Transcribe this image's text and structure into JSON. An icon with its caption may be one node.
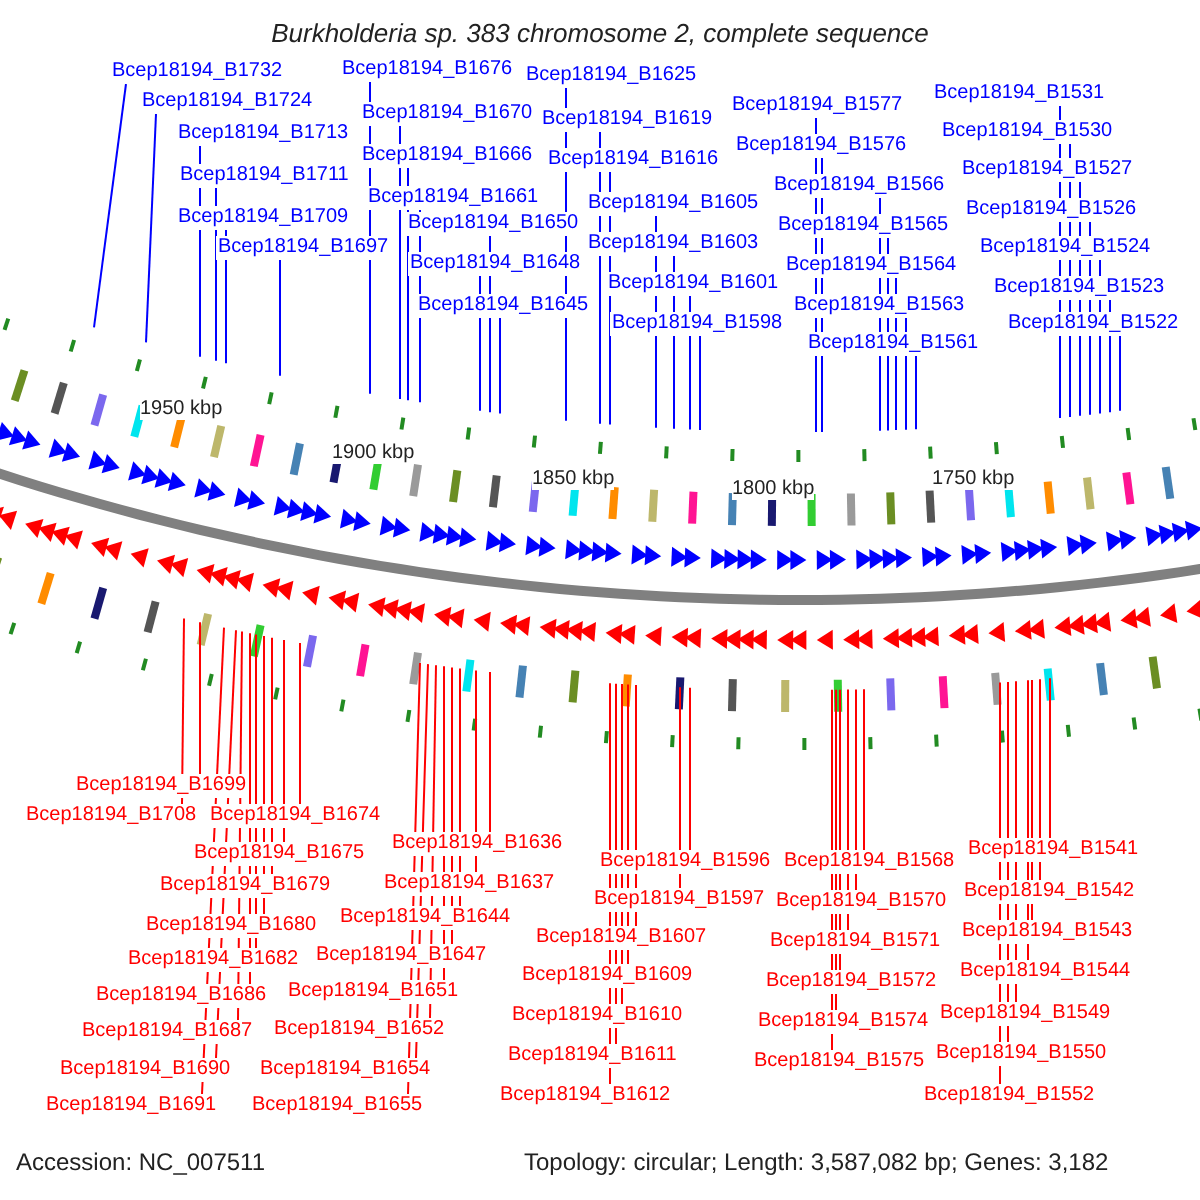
{
  "diagram": {
    "title": "Burkholderia sp. 383 chromosome 2, complete sequence",
    "nodes": [
      {
        "text": [
          "Bcep18194_B1732"
        ]
      },
      {
        "text": [
          "Bcep18194_B1724"
        ]
      },
      {
        "text": [
          "Bcep18194_B1713"
        ]
      },
      {
        "text": [
          "Bcep18194_B1711"
        ]
      },
      {
        "text": [
          "Bcep18194_B1709"
        ]
      },
      {
        "text": [
          "Bcep18194_B1697"
        ]
      },
      {
        "text": [
          "Bcep18194_B1676"
        ]
      },
      {
        "text": [
          "Bcep18194_B1670"
        ]
      },
      {
        "text": [
          "Bcep18194_B1666"
        ]
      },
      {
        "text": [
          "Bcep18194_B1661"
        ]
      },
      {
        "text": [
          "Bcep18194_B1650"
        ]
      },
      {
        "text": [
          "Bcep18194_B1648"
        ]
      },
      {
        "text": [
          "Bcep18194_B1645"
        ]
      },
      {
        "text": [
          "Bcep18194_B1625"
        ]
      },
      {
        "text": [
          "Bcep18194_B1619"
        ]
      },
      {
        "text": [
          "Bcep18194_B1616"
        ]
      },
      {
        "text": [
          "Bcep18194_B1605"
        ]
      },
      {
        "text": [
          "Bcep18194_B1603"
        ]
      },
      {
        "text": [
          "Bcep18194_B1601"
        ]
      },
      {
        "text": [
          "Bcep18194_B1598"
        ]
      },
      {
        "text": [
          "Bcep18194_B1577"
        ]
      },
      {
        "text": [
          "Bcep18194_B1576"
        ]
      },
      {
        "text": [
          "Bcep18194_B1566"
        ]
      },
      {
        "text": [
          "Bcep18194_B1565"
        ]
      },
      {
        "text": [
          "Bcep18194_B1564"
        ]
      },
      {
        "text": [
          "Bcep18194_B1563"
        ]
      },
      {
        "text": [
          "Bcep18194_B1561"
        ]
      },
      {
        "text": [
          "Bcep18194_B1531"
        ]
      },
      {
        "text": [
          "Bcep18194_B1530"
        ]
      },
      {
        "text": [
          "Bcep18194_B1527"
        ]
      },
      {
        "text": [
          "Bcep18194_B1526"
        ]
      },
      {
        "text": [
          "Bcep18194_B1524"
        ]
      },
      {
        "text": [
          "Bcep18194_B1523"
        ]
      },
      {
        "text": [
          "Bcep18194_B1522"
        ]
      },
      {
        "text": [
          "Bcep18194_B1699"
        ]
      },
      {
        "text": [
          "Bcep18194_B1708"
        ]
      },
      {
        "text": [
          "Bcep18194_B1674"
        ]
      },
      {
        "text": [
          "Bcep18194_B1675"
        ]
      },
      {
        "text": [
          "Bcep18194_B1679"
        ]
      },
      {
        "text": [
          "Bcep18194_B1680"
        ]
      },
      {
        "text": [
          "Bcep18194_B1682"
        ]
      },
      {
        "text": [
          "Bcep18194_B1686"
        ]
      },
      {
        "text": [
          "Bcep18194_B1687"
        ]
      },
      {
        "text": [
          "Bcep18194_B1690"
        ]
      },
      {
        "text": [
          "Bcep18194_B1691"
        ]
      },
      {
        "text": [
          "Bcep18194_B1636"
        ]
      },
      {
        "text": [
          "Bcep18194_B1637"
        ]
      },
      {
        "text": [
          "Bcep18194_B1644"
        ]
      },
      {
        "text": [
          "Bcep18194_B1647"
        ]
      },
      {
        "text": [
          "Bcep18194_B1651"
        ]
      },
      {
        "text": [
          "Bcep18194_B1652"
        ]
      },
      {
        "text": [
          "Bcep18194_B1654"
        ]
      },
      {
        "text": [
          "Bcep18194_B1655"
        ]
      },
      {
        "text": [
          "Bcep18194_B1596"
        ]
      },
      {
        "text": [
          "Bcep18194_B1597"
        ]
      },
      {
        "text": [
          "Bcep18194_B1607"
        ]
      },
      {
        "text": [
          "Bcep18194_B1609"
        ]
      },
      {
        "text": [
          "Bcep18194_B1610"
        ]
      },
      {
        "text": [
          "Bcep18194_B1611"
        ]
      },
      {
        "text": [
          "Bcep18194_B1612"
        ]
      },
      {
        "text": [
          "Bcep18194_B1568"
        ]
      },
      {
        "text": [
          "Bcep18194_B1570"
        ]
      },
      {
        "text": [
          "Bcep18194_B1571"
        ]
      },
      {
        "text": [
          "Bcep18194_B1572"
        ]
      },
      {
        "text": [
          "Bcep18194_B1574"
        ]
      },
      {
        "text": [
          "Bcep18194_B1575"
        ]
      },
      {
        "text": [
          "Bcep18194_B1541"
        ]
      },
      {
        "text": [
          "Bcep18194_B1542"
        ]
      },
      {
        "text": [
          "Bcep18194_B1543"
        ]
      },
      {
        "text": [
          "Bcep18194_B1544"
        ]
      },
      {
        "text": [
          "Bcep18194_B1549"
        ]
      },
      {
        "text": [
          "Bcep18194_B1550"
        ]
      },
      {
        "text": [
          "Bcep18194_B1552"
        ]
      }
    ],
    "edges": [
      {
        "from": 0,
        "to": null,
        "arrow": "none",
        "color": "#0000ff"
      },
      {
        "from": 1,
        "to": null,
        "arrow": "none",
        "color": "#0000ff"
      },
      {
        "from": 2,
        "to": null,
        "arrow": "none",
        "color": "#0000ff"
      },
      {
        "from": 3,
        "to": null,
        "arrow": "none",
        "color": "#0000ff"
      },
      {
        "from": 4,
        "to": null,
        "arrow": "none",
        "color": "#0000ff"
      },
      {
        "from": 5,
        "to": null,
        "arrow": "none",
        "color": "#0000ff"
      },
      {
        "from": 6,
        "to": null,
        "arrow": "none",
        "color": "#0000ff"
      },
      {
        "from": 7,
        "to": null,
        "arrow": "none",
        "color": "#0000ff"
      },
      {
        "from": 8,
        "to": null,
        "arrow": "none",
        "color": "#0000ff"
      },
      {
        "from": 9,
        "to": null,
        "arrow": "none",
        "color": "#0000ff"
      },
      {
        "from": 10,
        "to": null,
        "arrow": "none",
        "color": "#0000ff"
      },
      {
        "from": 11,
        "to": null,
        "arrow": "none",
        "color": "#0000ff"
      },
      {
        "from": 12,
        "to": null,
        "arrow": "none",
        "color": "#0000ff"
      },
      {
        "from": 13,
        "to": null,
        "arrow": "none",
        "color": "#0000ff"
      },
      {
        "from": 14,
        "to": null,
        "arrow": "none",
        "color": "#0000ff"
      },
      {
        "from": 15,
        "to": null,
        "arrow": "none",
        "color": "#0000ff"
      },
      {
        "from": 16,
        "to": null,
        "arrow": "none",
        "color": "#0000ff"
      },
      {
        "from": 17,
        "to": null,
        "arrow": "none",
        "color": "#0000ff"
      },
      {
        "from": 18,
        "to": null,
        "arrow": "none",
        "color": "#0000ff"
      },
      {
        "from": 19,
        "to": null,
        "arrow": "none",
        "color": "#0000ff"
      },
      {
        "from": 20,
        "to": null,
        "arrow": "none",
        "color": "#0000ff"
      },
      {
        "from": 21,
        "to": null,
        "arrow": "none",
        "color": "#0000ff"
      },
      {
        "from": 22,
        "to": null,
        "arrow": "none",
        "color": "#0000ff"
      },
      {
        "from": 23,
        "to": null,
        "arrow": "none",
        "color": "#0000ff"
      },
      {
        "from": 24,
        "to": null,
        "arrow": "none",
        "color": "#0000ff"
      },
      {
        "from": 25,
        "to": null,
        "arrow": "none",
        "color": "#0000ff"
      },
      {
        "from": 26,
        "to": null,
        "arrow": "none",
        "color": "#0000ff"
      },
      {
        "from": 27,
        "to": null,
        "arrow": "none",
        "color": "#0000ff"
      },
      {
        "from": 28,
        "to": null,
        "arrow": "none",
        "color": "#0000ff"
      },
      {
        "from": 29,
        "to": null,
        "arrow": "none",
        "color": "#0000ff"
      },
      {
        "from": 30,
        "to": null,
        "arrow": "none",
        "color": "#0000ff"
      },
      {
        "from": 31,
        "to": null,
        "arrow": "none",
        "color": "#0000ff"
      },
      {
        "from": 32,
        "to": null,
        "arrow": "none",
        "color": "#0000ff"
      },
      {
        "from": 33,
        "to": null,
        "arrow": "none",
        "color": "#0000ff"
      },
      {
        "from": 34,
        "to": null,
        "arrow": "none"
      },
      {
        "from": 35,
        "to": null,
        "arrow": "none"
      },
      {
        "from": 36,
        "to": null,
        "arrow": "none"
      },
      {
        "from": 37,
        "to": null,
        "arrow": "none"
      },
      {
        "from": 38,
        "to": null,
        "arrow": "none"
      },
      {
        "from": 39,
        "to": null,
        "arrow": "none"
      },
      {
        "from": 40,
        "to": null,
        "arrow": "none"
      },
      {
        "from": 41,
        "to": null,
        "arrow": "none"
      },
      {
        "from": 42,
        "to": null,
        "arrow": "none"
      },
      {
        "from": 43,
        "to": null,
        "arrow": "none"
      },
      {
        "from": 44,
        "to": null,
        "arrow": "none"
      },
      {
        "from": 45,
        "to": null,
        "arrow": "none"
      },
      {
        "from": 46,
        "to": null,
        "arrow": "none"
      },
      {
        "from": 47,
        "to": null,
        "arrow": "none"
      },
      {
        "from": 48,
        "to": null,
        "arrow": "none"
      },
      {
        "from": 49,
        "to": null,
        "arrow": "none"
      },
      {
        "from": 50,
        "to": null,
        "arrow": "none"
      },
      {
        "from": 51,
        "to": null,
        "arrow": "none"
      },
      {
        "from": 52,
        "to": null,
        "arrow": "none"
      },
      {
        "from": 53,
        "to": null,
        "arrow": "none"
      },
      {
        "from": 54,
        "to": null,
        "arrow": "none"
      },
      {
        "from": 55,
        "to": null,
        "arrow": "none"
      },
      {
        "from": 56,
        "to": null,
        "arrow": "none"
      },
      {
        "from": 57,
        "to": null,
        "arrow": "none"
      },
      {
        "from": 58,
        "to": null,
        "arrow": "none"
      },
      {
        "from": 59,
        "to": null,
        "arrow": "none"
      },
      {
        "from": 60,
        "to": null,
        "arrow": "none"
      },
      {
        "from": 61,
        "to": null,
        "arrow": "none"
      },
      {
        "from": 62,
        "to": null,
        "arrow": "none"
      },
      {
        "from": 63,
        "to": null,
        "arrow": "none"
      },
      {
        "from": 64,
        "to": null,
        "arrow": "none"
      },
      {
        "from": 65,
        "to": null,
        "arrow": "none"
      },
      {
        "from": 66,
        "to": null,
        "arrow": "none"
      },
      {
        "from": 67,
        "to": null,
        "arrow": "none"
      },
      {
        "from": 68,
        "to": null,
        "arrow": "none"
      },
      {
        "from": 69,
        "to": null,
        "arrow": "none"
      },
      {
        "from": 70,
        "to": null,
        "arrow": "none"
      },
      {
        "from": 71,
        "to": null,
        "arrow": "none"
      },
      {
        "from": 72,
        "to": null,
        "arrow": "none"
      }
    ],
    "labels": [
      "1950 kbp",
      "1900 kbp",
      "1850 kbp",
      "1800 kbp",
      "1750 kbp",
      "Accession: NC_007511",
      "Topology: circular; Length: 3,587,082 bp; Genes: 3,182"
    ]
  }
}
